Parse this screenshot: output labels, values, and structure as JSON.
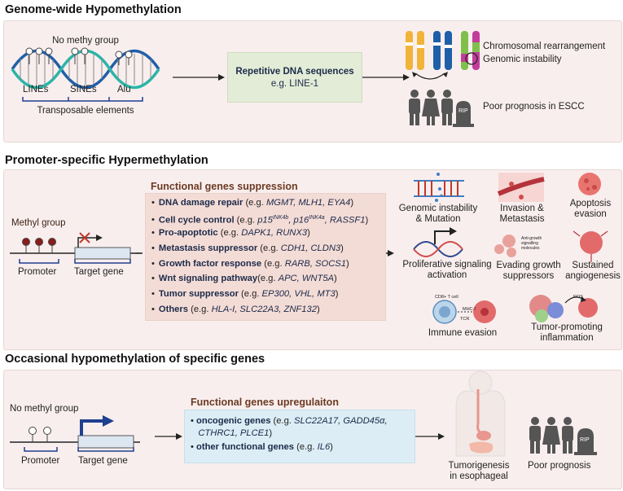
{
  "sections": {
    "s1_title": "Genome-wide Hypomethylation",
    "s2_title": "Promoter-specific Hypermethylation",
    "s3_title": "Occasional hypomethylation of specific genes"
  },
  "s1": {
    "no_methy": "No methy group",
    "lines": "LINEs",
    "sines": "SINEs",
    "alu": "Alu",
    "transposable": "Transposable elements",
    "box_title": "Repetitive DNA sequences",
    "box_sub": "e.g. LINE-1",
    "chrom_rearr": "Chromosomal rearrangement",
    "genomic_instab": "Genomic instability",
    "poor_prog_escc": "Poor prognosis in ESCC",
    "rip": "RIP"
  },
  "s2": {
    "methyl_group": "Methyl group",
    "promoter": "Promoter",
    "target_gene": "Target gene",
    "box_title": "Functional genes suppression",
    "items": [
      {
        "label": "DNA damage repair",
        "pre": " (e.g. ",
        "genes": "MGMT, MLH1, EYA4",
        "post": ")"
      },
      {
        "label": "Cell cycle control",
        "pre": " (e.g. ",
        "genes": "p15",
        "sup1": "INK4b",
        "g2": ", p16",
        "sup2": "INK4a",
        "g3": ", RASSF1",
        "post": ")"
      },
      {
        "label": "Pro-apoptotic",
        "pre": " (e.g. ",
        "genes": "DAPK1, RUNX3",
        "post": ")"
      },
      {
        "label": "Metastasis suppressor",
        "pre": " (e.g. ",
        "genes": "CDH1, CLDN3",
        "post": ")"
      },
      {
        "label": "Growth factor response",
        "pre": " (e.g. ",
        "genes": "RARB, SOCS1",
        "post": ")"
      },
      {
        "label": "Wnt signaling pathway",
        "pre": "(e.g. ",
        "genes": "APC, WNT5A",
        "post": ")"
      },
      {
        "label": "Tumor suppressor",
        "pre": " (e.g. ",
        "genes": "EP300, VHL, MT3",
        "post": ")"
      },
      {
        "label": "Others",
        "pre": " (e.g. ",
        "genes": "HLA-I, SLC22A3, ZNF132",
        "post": ")"
      }
    ],
    "hallmarks": {
      "genomic": "Genomic instability\n& Mutation",
      "invasion": "Invasion &\nMetastasis",
      "apoptosis": "Apoptosis\nevasion",
      "prolif": "Proliferative signaling\nactivation",
      "evading": "Evading growth\nsuppressors",
      "angio": "Sustained\nangiogenesis",
      "immune": "Immune evasion",
      "inflam": "Tumor-promoting\ninflammation",
      "cd8": "CD8+ T cell",
      "tcr": "TCR",
      "mhc": "MHC-I",
      "ros": "ROS",
      "anti_growth": "Anti-growth signalling molecules"
    }
  },
  "s3": {
    "no_methyl": "No methyl group",
    "promoter": "Promoter",
    "target_gene": "Target gene",
    "box_title": "Functional genes upregulaiton",
    "item1_label": "oncogenic genes",
    "item1_pre": " (e.g. ",
    "item1_genes": "SLC22A17, GADD45α,",
    "item1_genes2": "CTHRC1, PLCE1",
    "item1_post": ")",
    "item2_label": "other functional genes",
    "item2_pre": " (e.g. ",
    "item2_genes": "IL6",
    "item2_post": ")",
    "tumorigenesis": "Tumorigenesis\nin esophageal",
    "poor_prog": "Poor prognosis",
    "rip": "RIP"
  },
  "colors": {
    "panel_bg": "#f9eeee",
    "green_box": "#e3ecd6",
    "pink_box": "#f4dcd6",
    "blue_box": "#dcedf5",
    "title_brown": "#6b3a22",
    "dna_blue": "#1f5fa8",
    "dna_teal": "#2bb5a8",
    "methyl_red": "#8a1c1c"
  }
}
